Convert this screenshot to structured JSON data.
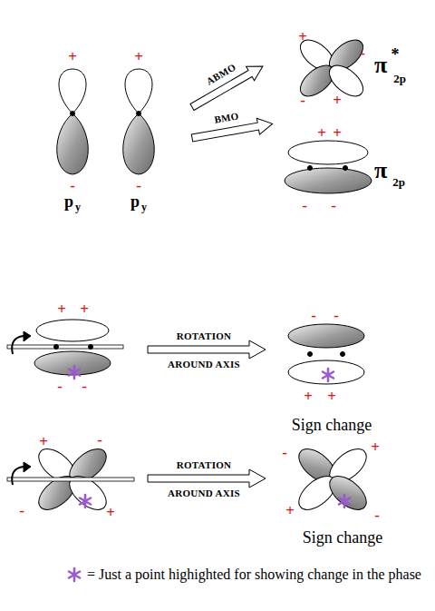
{
  "diagram": {
    "labels": [
      "+",
      "+",
      "ABMO",
      "π",
      "*",
      "2p",
      "+",
      "-",
      "-",
      "+",
      "BMO",
      "+",
      "+",
      "π",
      "2p",
      "-",
      "-",
      "-",
      "-",
      "p",
      "y",
      "p",
      "y",
      "+",
      "+",
      "ROTATION",
      "AROUND AXIS",
      "-",
      "-",
      "-",
      "-",
      "+",
      "+",
      "Sign change",
      "+",
      "-",
      "ROTATION",
      "-",
      "+",
      "AROUND AXIS",
      "-",
      "+",
      "+",
      "-",
      "Sign change"
    ],
    "legend": [
      {
        "text": "= Just a point highighted for showing change in the phase"
      }
    ]
  }
}
